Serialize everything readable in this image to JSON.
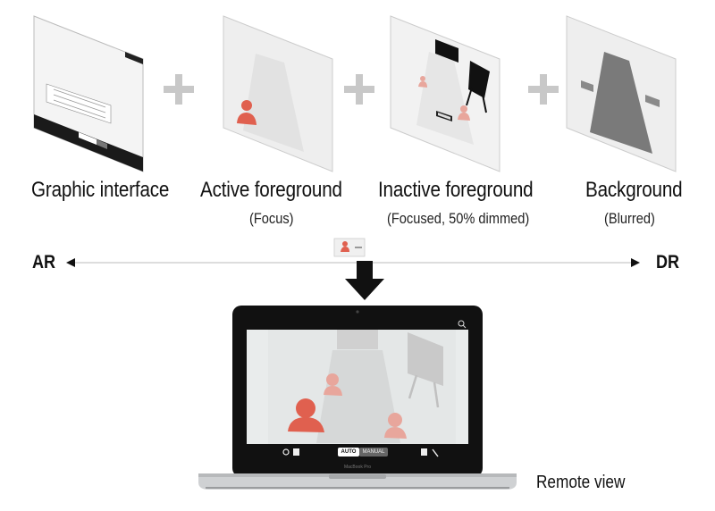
{
  "layers": [
    {
      "title": "Graphic interface",
      "subtitle": ""
    },
    {
      "title": "Active foreground",
      "subtitle": "(Focus)"
    },
    {
      "title": "Inactive foreground",
      "subtitle": "(Focused, 50% dimmed)"
    },
    {
      "title": "Background",
      "subtitle": "(Blurred)"
    }
  ],
  "axis": {
    "left": "AR",
    "right": "DR"
  },
  "laptop": {
    "caption": "Remote view",
    "brand": "MacBook Pro",
    "mode_auto": "AUTO",
    "mode_manual": "MANUAL"
  },
  "colors": {
    "figure": "#e0604f",
    "figure_dim": "#e8a69c",
    "plus": "#c8c8c8",
    "arrow": "#111111"
  }
}
